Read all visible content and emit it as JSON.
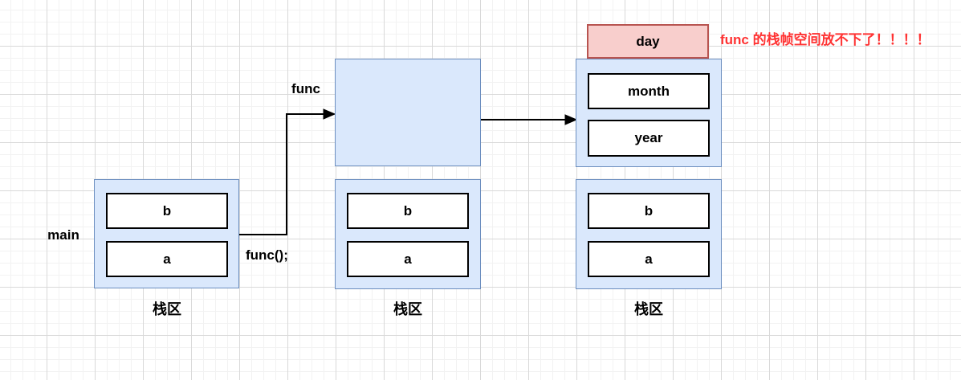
{
  "colors": {
    "frame_fill": "#dae8fc",
    "frame_border": "#6c8ebf",
    "slot_fill": "#ffffff",
    "slot_border": "#000000",
    "overflow_fill": "#f8cecc",
    "overflow_border": "#b85450",
    "warning_text": "#ff3333",
    "arrow": "#000000",
    "grid_major": "#d9d9d9",
    "grid_minor": "#f2f2f2"
  },
  "labels": {
    "main": "main",
    "func_arrow": "func",
    "func_call": "func();",
    "warning": "func 的栈帧空间放不下了！！！！"
  },
  "left_stack": {
    "region_label": "栈区",
    "slots": {
      "top": "b",
      "bottom": "a"
    }
  },
  "middle_stack": {
    "region_label": "栈区",
    "slots": {
      "top": "b",
      "bottom": "a"
    }
  },
  "right_stack": {
    "region_label": "栈区",
    "slots": {
      "top": "b",
      "bottom": "a"
    }
  },
  "func_frame": {
    "content": ""
  },
  "date_frame": {
    "slots": {
      "top": "month",
      "bottom": "year"
    },
    "overflow": "day"
  }
}
